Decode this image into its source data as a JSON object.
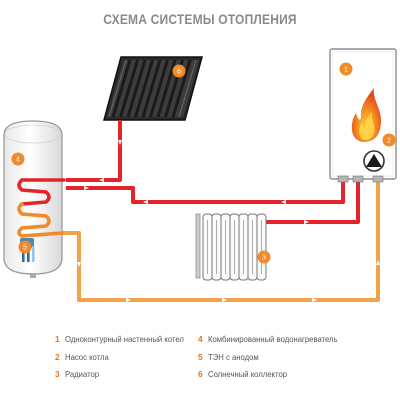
{
  "title": "СХЕМА СИСТЕМЫ ОТОПЛЕНИЯ",
  "markers": {
    "boiler": "1",
    "pump": "2",
    "radiator": "3",
    "water_heater": "4",
    "heating_element": "5",
    "solar_collector": "6"
  },
  "legend_left": [
    {
      "num": "1",
      "text": "Одноконтурный настенный котел"
    },
    {
      "num": "2",
      "text": "Насос котла"
    },
    {
      "num": "3",
      "text": "Радиатор"
    }
  ],
  "legend_right": [
    {
      "num": "4",
      "text": "Комбинированный водонагреватель"
    },
    {
      "num": "5",
      "text": "ТЭН с анодом"
    },
    {
      "num": "6",
      "text": "Солнечный коллектор"
    }
  ],
  "colors": {
    "hot_pipe": "#e3252b",
    "cold_pipe": "#f0a349",
    "marker": "#f08a2a",
    "title": "#8a8a8a",
    "legend_number": "#e8741e"
  }
}
